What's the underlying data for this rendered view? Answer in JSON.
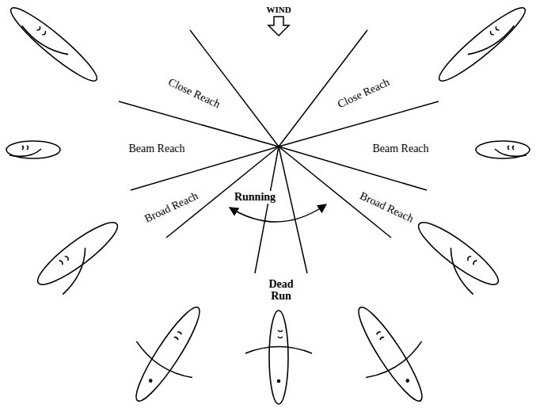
{
  "diagram": {
    "labels": [
      "WIND",
      "Close Reach",
      "Close Reach",
      "Beam Reach",
      "Beam Reach",
      "Broad Reach",
      "Broad Reach",
      "Running",
      "Dead Run"
    ]
  }
}
